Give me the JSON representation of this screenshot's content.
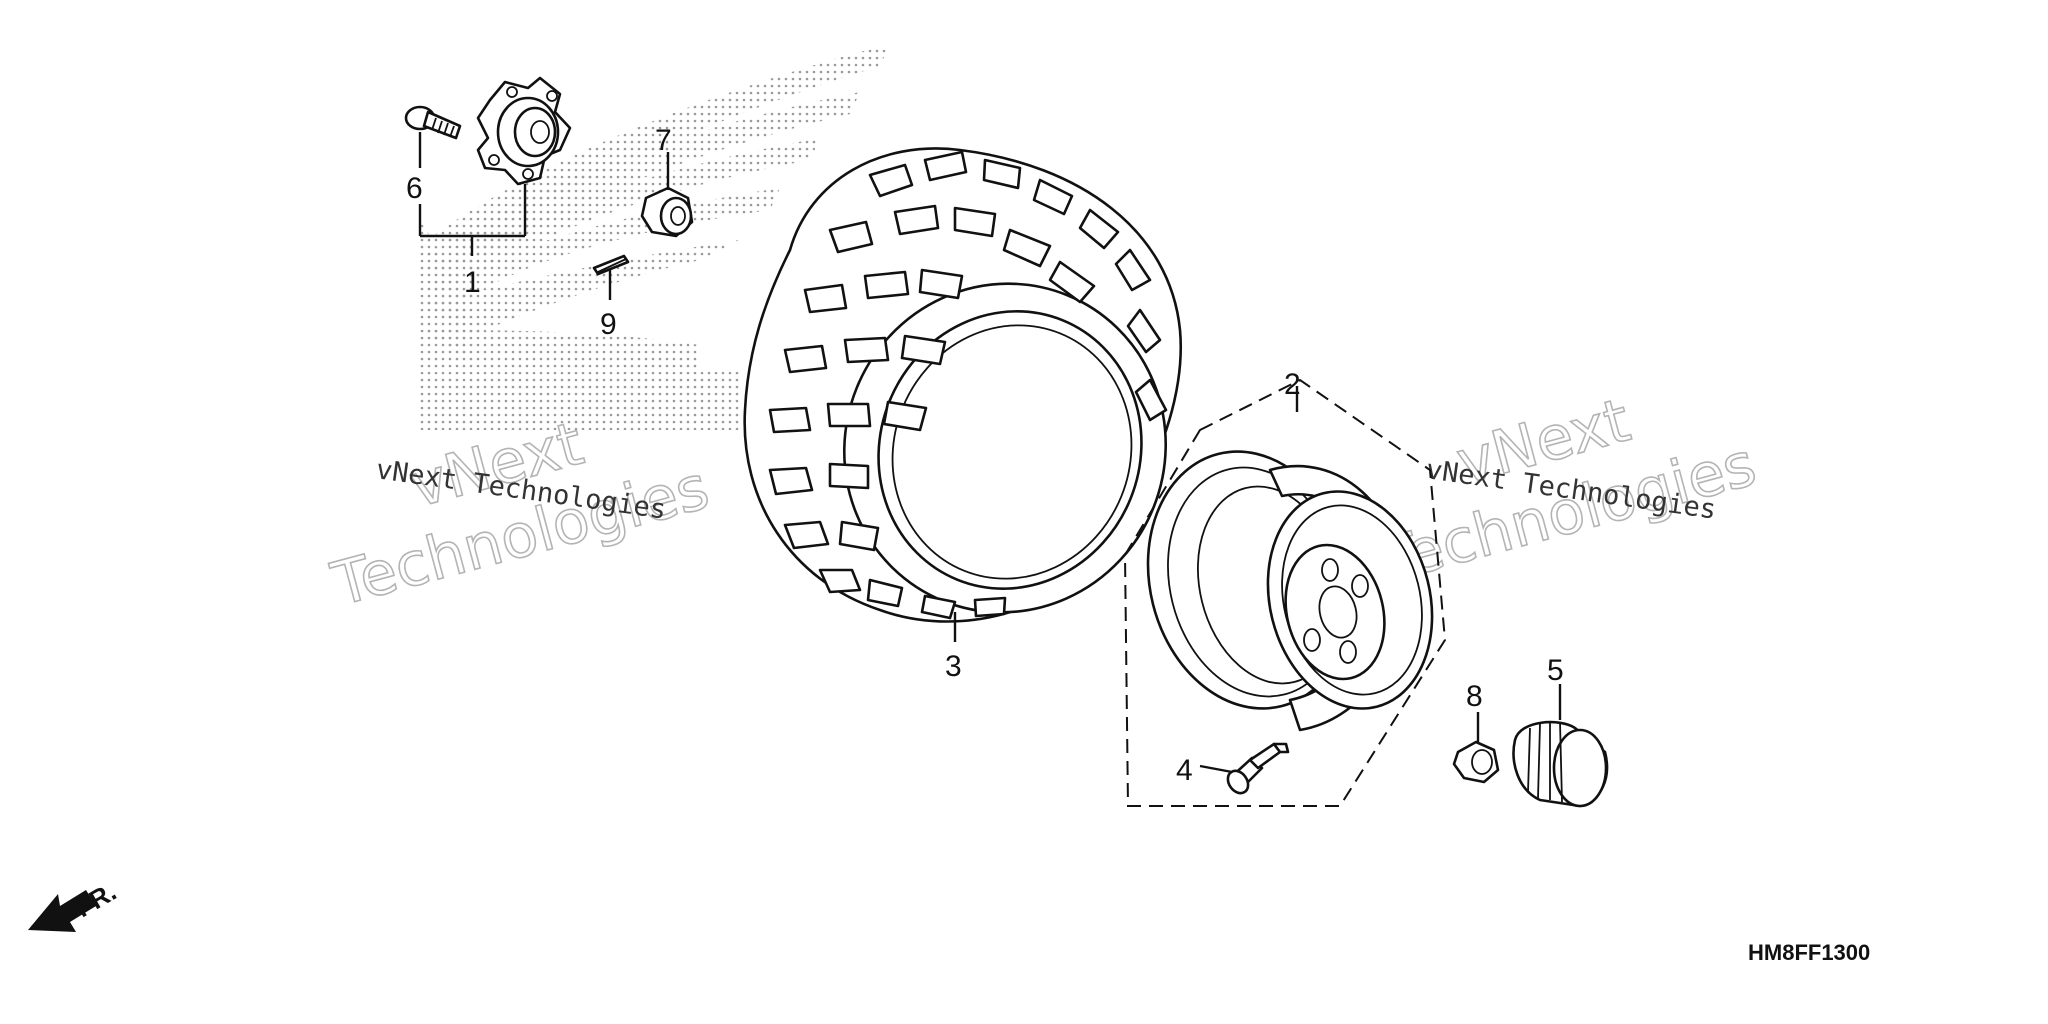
{
  "diagram": {
    "callouts": [
      {
        "id": "1",
        "label": "1"
      },
      {
        "id": "2",
        "label": "2"
      },
      {
        "id": "3",
        "label": "3"
      },
      {
        "id": "4",
        "label": "4"
      },
      {
        "id": "5",
        "label": "5"
      },
      {
        "id": "6",
        "label": "6"
      },
      {
        "id": "7",
        "label": "7"
      },
      {
        "id": "8",
        "label": "8"
      },
      {
        "id": "9",
        "label": "9"
      }
    ],
    "watermark": {
      "big_line1": "vNext",
      "big_line2": "Technologies",
      "small": "vNext Technologies"
    },
    "diagram_code": "HM8FF1300",
    "direction_label": "FR.",
    "colors": {
      "ink": "#111111",
      "watermark_stroke": "#b4b4b4",
      "logo_dots": "#9a9a9a"
    },
    "icons": [
      "front-direction-arrow-icon",
      "honda-wing-logo"
    ]
  }
}
